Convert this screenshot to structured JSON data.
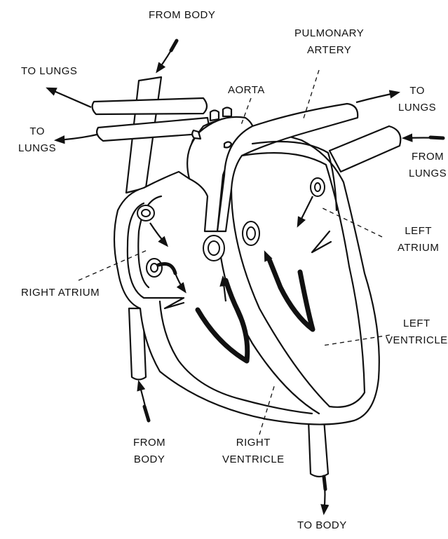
{
  "labels": {
    "from_body_top": "FROM BODY",
    "pulmonary_artery_line1": "PULMONARY",
    "pulmonary_artery_line2": "ARTERY",
    "to_lungs_upper_left": "TO LUNGS",
    "to_lungs_lower_left_line1": "TO",
    "to_lungs_lower_left_line2": "LUNGS",
    "aorta": "AORTA",
    "to_lungs_right_line1": "TO",
    "to_lungs_right_line2": "LUNGS",
    "from_lungs_line1": "FROM",
    "from_lungs_line2": "LUNGS",
    "left_atrium_line1": "LEFT",
    "left_atrium_line2": "ATRIUM",
    "right_atrium": "RIGHT ATRIUM",
    "left_ventricle_line1": "LEFT",
    "left_ventricle_line2": "VENTRICLE",
    "from_body_bottom_line1": "FROM",
    "from_body_bottom_line2": "BODY",
    "right_ventricle_line1": "RIGHT",
    "right_ventricle_line2": "VENTRICLE",
    "to_body": "TO BODY"
  },
  "colors": {
    "ink": "#111111",
    "background": "#ffffff"
  }
}
